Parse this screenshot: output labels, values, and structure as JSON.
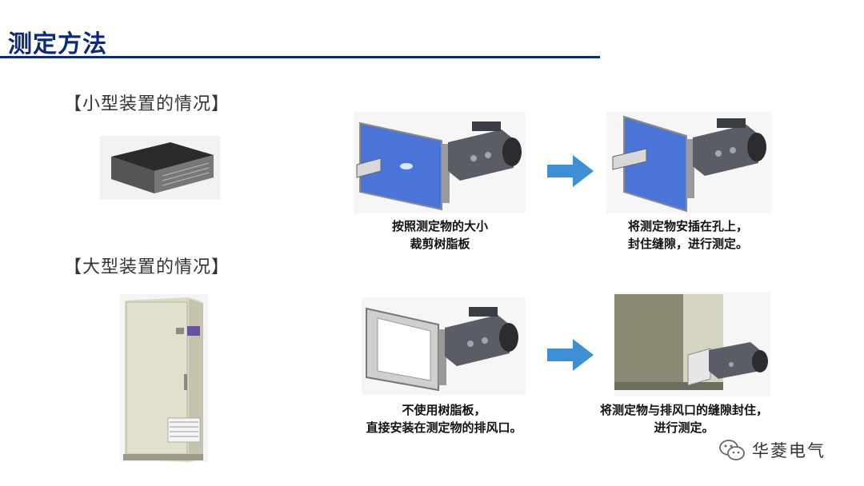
{
  "slide": {
    "title": "测定方法"
  },
  "sections": {
    "small": "【小型装置的情况】",
    "large": "【大型装置的情况】"
  },
  "captions": {
    "small_step1": [
      "按照测定物的大小",
      "裁剪树脂板"
    ],
    "small_step2": [
      "将测定物安插在孔上，",
      "封住缝隙，进行测定。"
    ],
    "large_step1": [
      "不使用树脂板，",
      "直接安装在测定物的排风口。"
    ],
    "large_step2": [
      "将测定物与排风口的缝隙封住，",
      "进行测定。"
    ]
  },
  "watermark": {
    "text": "华菱电气",
    "icon": "wechat-icon"
  },
  "colors": {
    "title": "#0c2a78",
    "arrow": "#3d8fd6",
    "panel_blue": "#4a74d8"
  }
}
